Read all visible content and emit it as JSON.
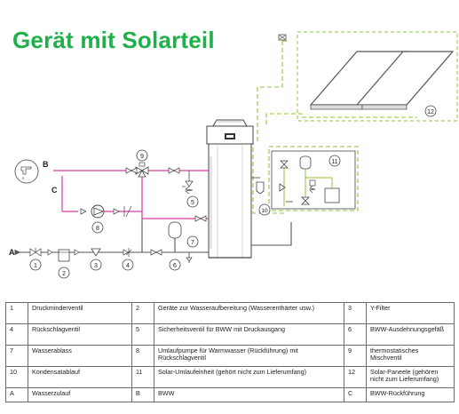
{
  "title": "Gerät mit Solarteil",
  "diagram_labels": {
    "B": "B",
    "C": "C",
    "A": "A",
    "n1": "1",
    "n2": "2",
    "n3": "3",
    "n4": "4",
    "n5": "5",
    "n6": "6",
    "n7": "7",
    "n8": "8",
    "n9": "9",
    "n10": "10",
    "n11": "11",
    "n12": "12"
  },
  "colors": {
    "hot_water": "#d63aa0",
    "solar": "#8cc63e",
    "cold_water": "#555555",
    "title": "#1fb04a"
  },
  "legend": [
    [
      {
        "n": "1",
        "t": "Druckminderventil"
      },
      {
        "n": "2",
        "t": "Geräte zur Wasseraufbereitung (Wasserenthärter usw.)"
      },
      {
        "n": "3",
        "t": "Y-Filter"
      }
    ],
    [
      {
        "n": "4",
        "t": "Rückschlagventil"
      },
      {
        "n": "5",
        "t": "Sicherheitsventil für BWW mit Druckausgang"
      },
      {
        "n": "6",
        "t": "BWW-Ausdehnungsgefäß"
      }
    ],
    [
      {
        "n": "7",
        "t": "Wasserablass"
      },
      {
        "n": "8",
        "t": "Umlaufpumpe für Warmwasser (Rückführung) mit Rückschlagventil"
      },
      {
        "n": "9",
        "t": "thermostatisches Mischventil"
      }
    ],
    [
      {
        "n": "10",
        "t": "Kondensatablauf"
      },
      {
        "n": "11",
        "t": "Solar-Umlaufeinheit (gehört nicht zum Lieferumfang)"
      },
      {
        "n": "12",
        "t": "Solar-Paneele (gehören nicht zum Lieferumfang)"
      }
    ],
    [
      {
        "n": "A",
        "t": "Wasserzulauf"
      },
      {
        "n": "B",
        "t": "BWW"
      },
      {
        "n": "C",
        "t": "BWW-Rückführung"
      }
    ]
  ]
}
